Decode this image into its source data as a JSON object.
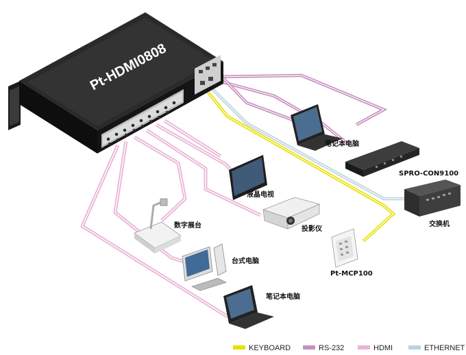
{
  "device": {
    "model": "Pt-HDMI0808"
  },
  "nodes": {
    "laptop_top": "笔记本电脑",
    "controller": "SPRO-CON9100",
    "switch": "交换机",
    "lcd_tv": "液晶电视",
    "projector": "投影仪",
    "doc_camera": "数字展台",
    "desktop_pc": "台式电脑",
    "panel": "Pt-MCP100",
    "laptop_bottom": "笔记本电脑"
  },
  "legend": [
    {
      "name": "KEYBOARD",
      "color": "#e8e000"
    },
    {
      "name": "RS-232",
      "color": "#c98fc0"
    },
    {
      "name": "HDMI",
      "color": "#e9b4d6"
    },
    {
      "name": "ETHERNET",
      "color": "#bcd3df"
    }
  ],
  "colors": {
    "keyboard": "#e8e000",
    "rs232": "#c98fc0",
    "hdmi": "#e9b4d6",
    "ethernet": "#bcd3df",
    "chassis": "#2a2a2a"
  }
}
